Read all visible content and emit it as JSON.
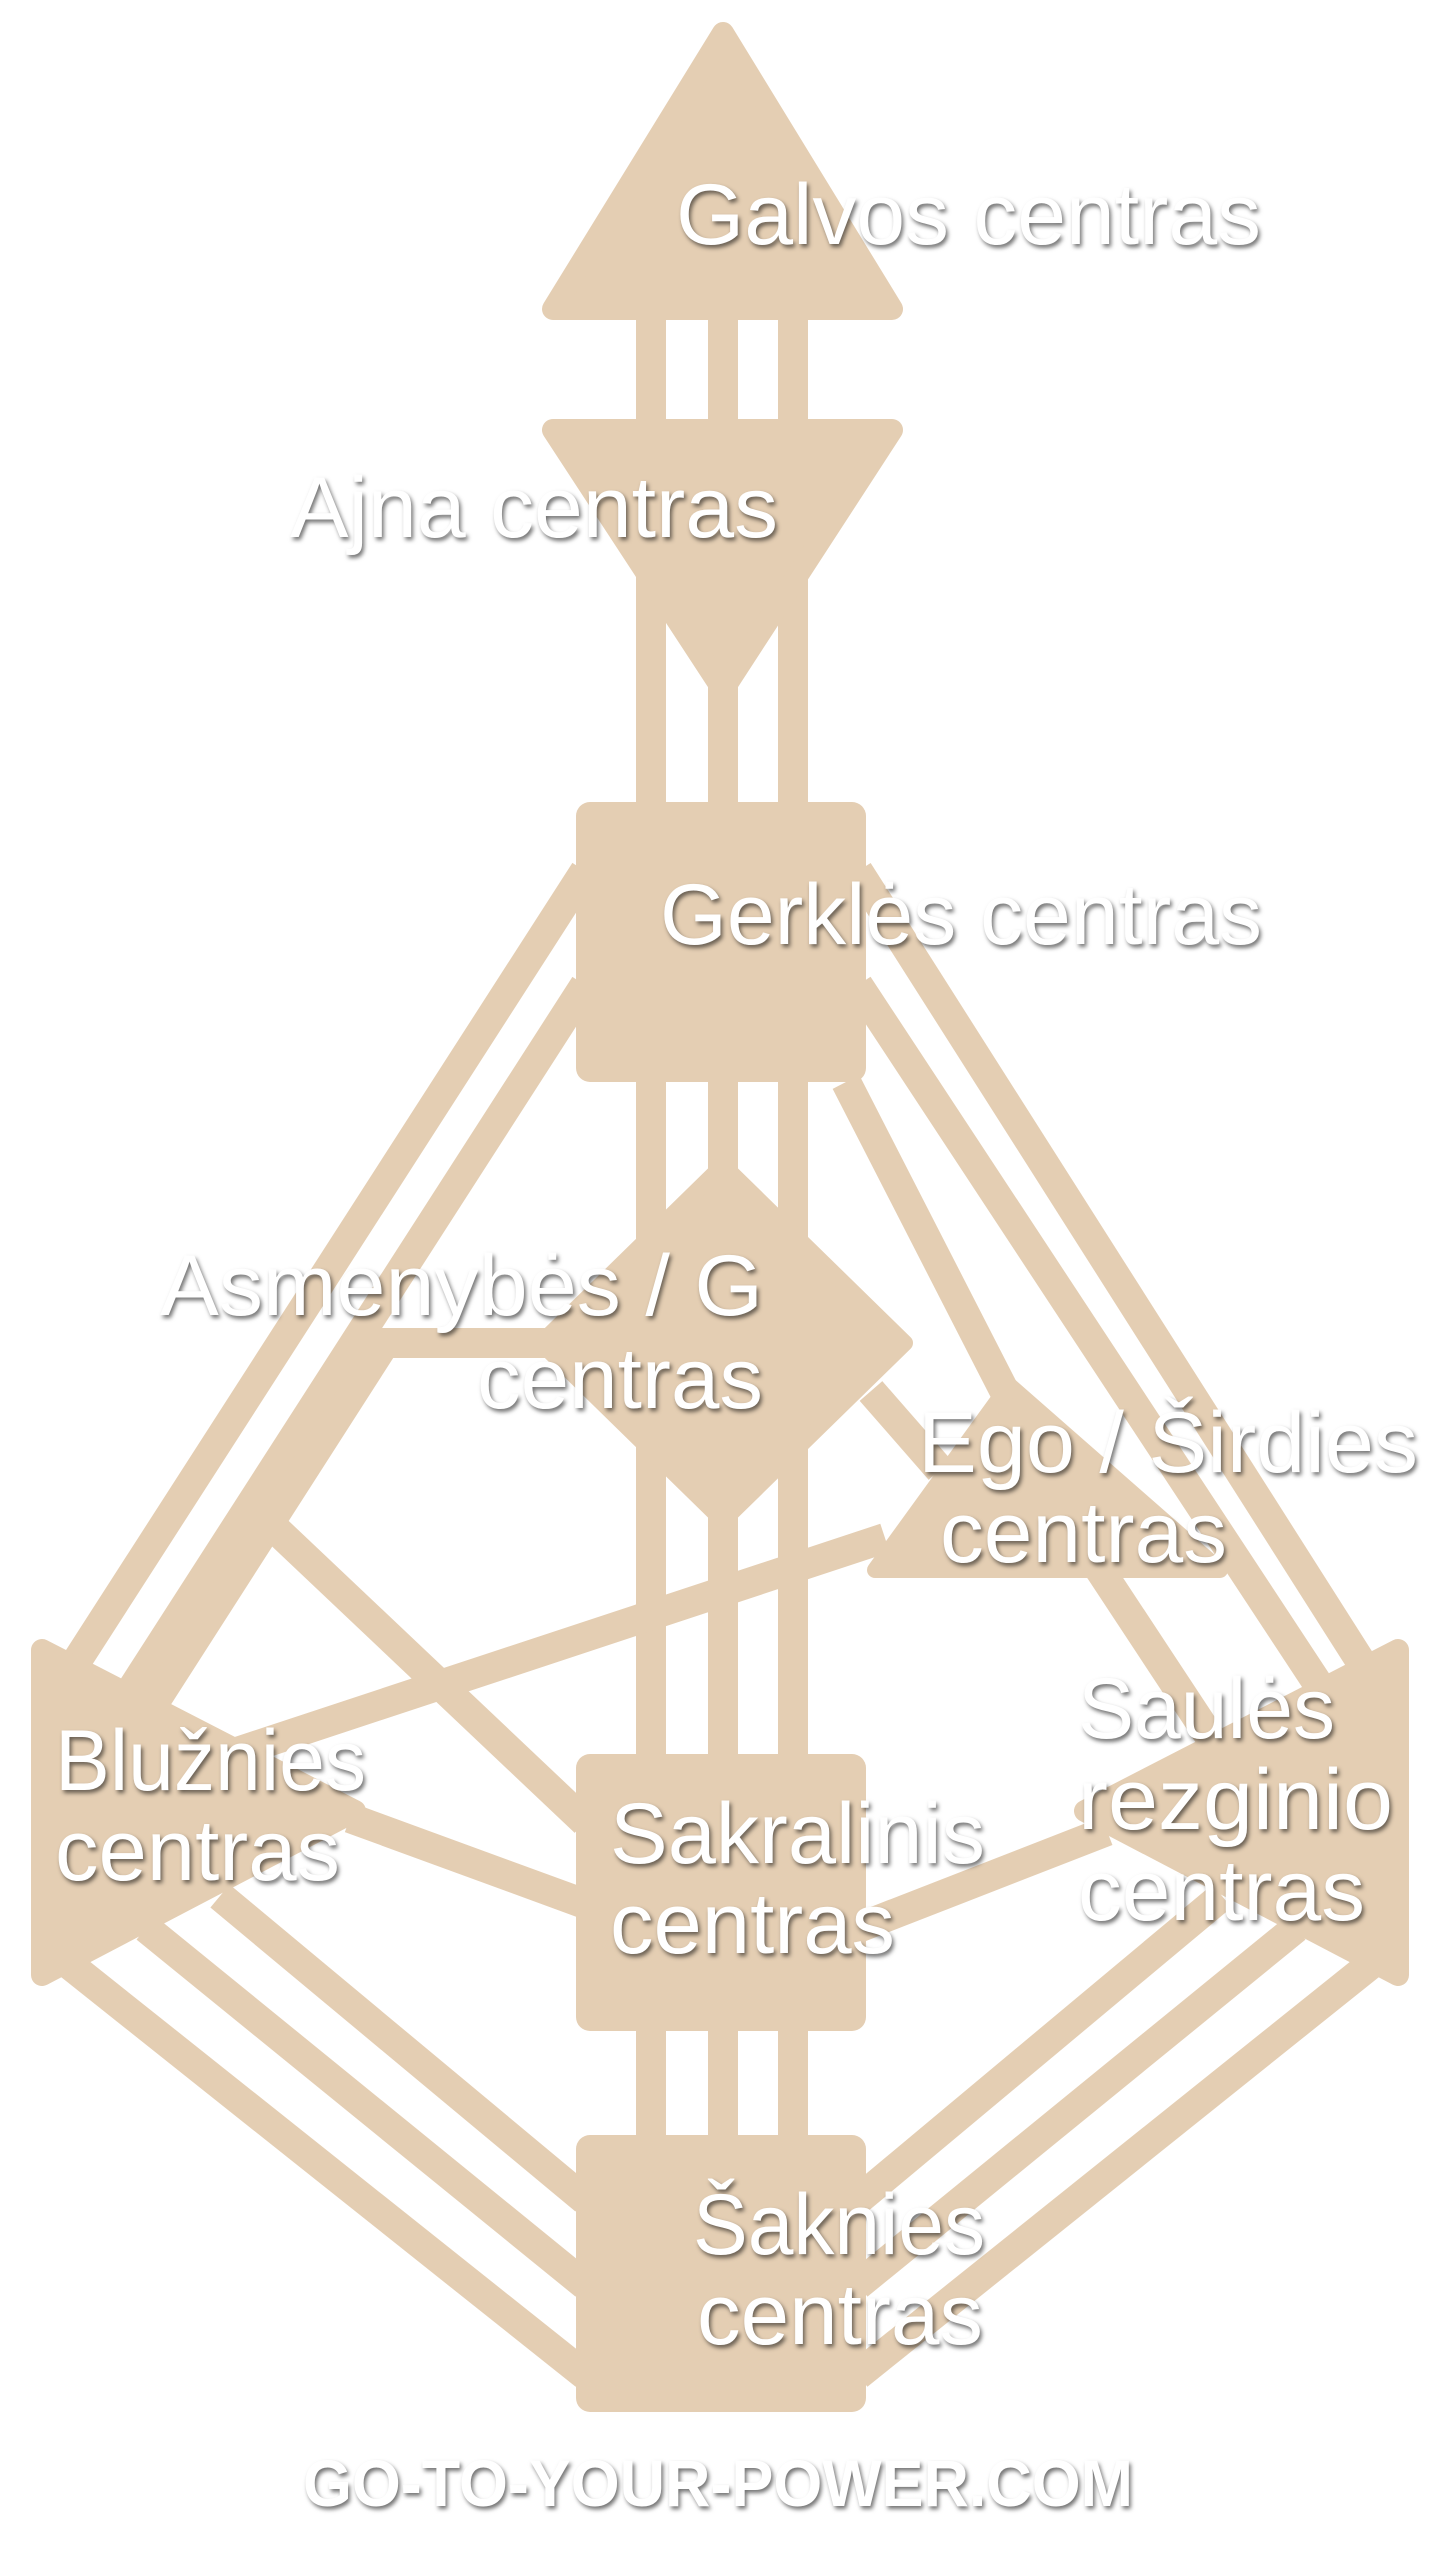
{
  "colors": {
    "center_fill": "#E4CEB3",
    "label": "#ffffff",
    "background": "#ffffff"
  },
  "centers": {
    "head": {
      "line1": "Galvos centras"
    },
    "ajna": {
      "line1": "Ajna centras"
    },
    "throat": {
      "line1": "Gerklės centras"
    },
    "g": {
      "line1": "Asmenybės / G",
      "line2": "centras"
    },
    "ego": {
      "line1": "Ego / Širdies",
      "line2": "centras"
    },
    "spleen": {
      "line1": "Blužnies",
      "line2": "centras"
    },
    "sacral": {
      "line1": "Sakralinis",
      "line2": "centras"
    },
    "solar_plexus": {
      "line1": "Saulės",
      "line2": "rezginio",
      "line3": "centras"
    },
    "root": {
      "line1": "Šaknies",
      "line2": "centras"
    }
  },
  "watermark": "GO-TO-YOUR-POWER.COM"
}
